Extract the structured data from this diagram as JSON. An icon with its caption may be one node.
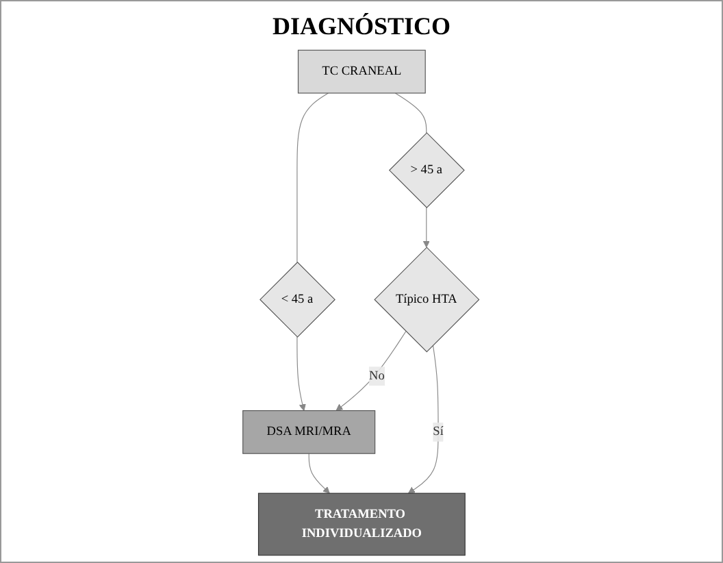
{
  "diagram": {
    "title": "DIAGNÓSTICO",
    "nodes": [
      {
        "text": [
          "TC CRANEAL"
        ]
      },
      {
        "text": [
          "< 45 a"
        ]
      },
      {
        "text": [
          "> 45 a"
        ]
      },
      {
        "text": [
          "DSA MRI/MRA"
        ]
      },
      {
        "text": [
          "Típico HTA"
        ]
      },
      {
        "text": [
          "TRATAMENTO INDIVIDUALIZADO"
        ]
      }
    ],
    "edges": [
      {
        "from": 0,
        "to": 1,
        "arrow": "none"
      },
      {
        "from": 0,
        "to": 2,
        "arrow": "none"
      },
      {
        "from": 1,
        "to": 3,
        "arrow": "to"
      },
      {
        "from": 2,
        "to": 4,
        "arrow": "to"
      },
      {
        "from": 4,
        "to": 3,
        "arrow": "to",
        "label": "No"
      },
      {
        "from": 4,
        "to": 5,
        "arrow": "to",
        "label": "Sí"
      },
      {
        "from": 3,
        "to": 5,
        "arrow": "to"
      }
    ]
  }
}
